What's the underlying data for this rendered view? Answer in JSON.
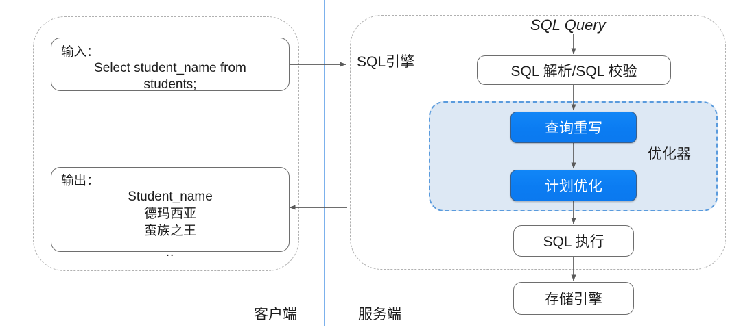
{
  "diagram": {
    "title_label": "SQL Query",
    "zones": {
      "client": {
        "label": "客户端"
      },
      "server": {
        "label": "服务端",
        "entry_label": "SQL引擎"
      }
    },
    "client_boxes": {
      "input": {
        "lead": "输入：",
        "line1": "Select student_name from",
        "line2": "students;"
      },
      "output": {
        "lead": "输出：",
        "row1": "Student_name",
        "row2": "德玛西亚",
        "row3": "蛮族之王",
        "row4": ".."
      }
    },
    "server_boxes": {
      "parse": "SQL 解析/SQL 校验",
      "rewrite": "查询重写",
      "plan_optimize": "计划优化",
      "execute": "SQL 执行",
      "storage": "存储引擎"
    },
    "optimizer": {
      "label": "优化器"
    },
    "colors": {
      "blue_box_fill": "#0b7cf2",
      "optimizer_fill": "#dde8f4",
      "optimizer_border": "#5a9bdd",
      "divider": "#7cb1ec",
      "zone_border": "#b0b0b0",
      "box_border": "#6e6e6e",
      "arrow": "#5a5a5a"
    }
  }
}
